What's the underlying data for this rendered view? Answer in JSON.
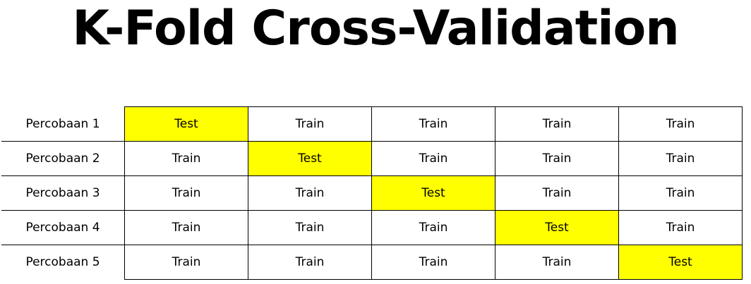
{
  "title": "K-Fold Cross-Validation",
  "colors": {
    "test": "#ffff00",
    "train": "#ffffff",
    "border": "#000000"
  },
  "rows": [
    {
      "label": "Percobaan 1",
      "folds": [
        "Test",
        "Train",
        "Train",
        "Train",
        "Train"
      ]
    },
    {
      "label": "Percobaan 2",
      "folds": [
        "Train",
        "Test",
        "Train",
        "Train",
        "Train"
      ]
    },
    {
      "label": "Percobaan 3",
      "folds": [
        "Train",
        "Train",
        "Test",
        "Train",
        "Train"
      ]
    },
    {
      "label": "Percobaan 4",
      "folds": [
        "Train",
        "Train",
        "Train",
        "Test",
        "Train"
      ]
    },
    {
      "label": "Percobaan 5",
      "folds": [
        "Train",
        "Train",
        "Train",
        "Train",
        "Test"
      ]
    }
  ]
}
